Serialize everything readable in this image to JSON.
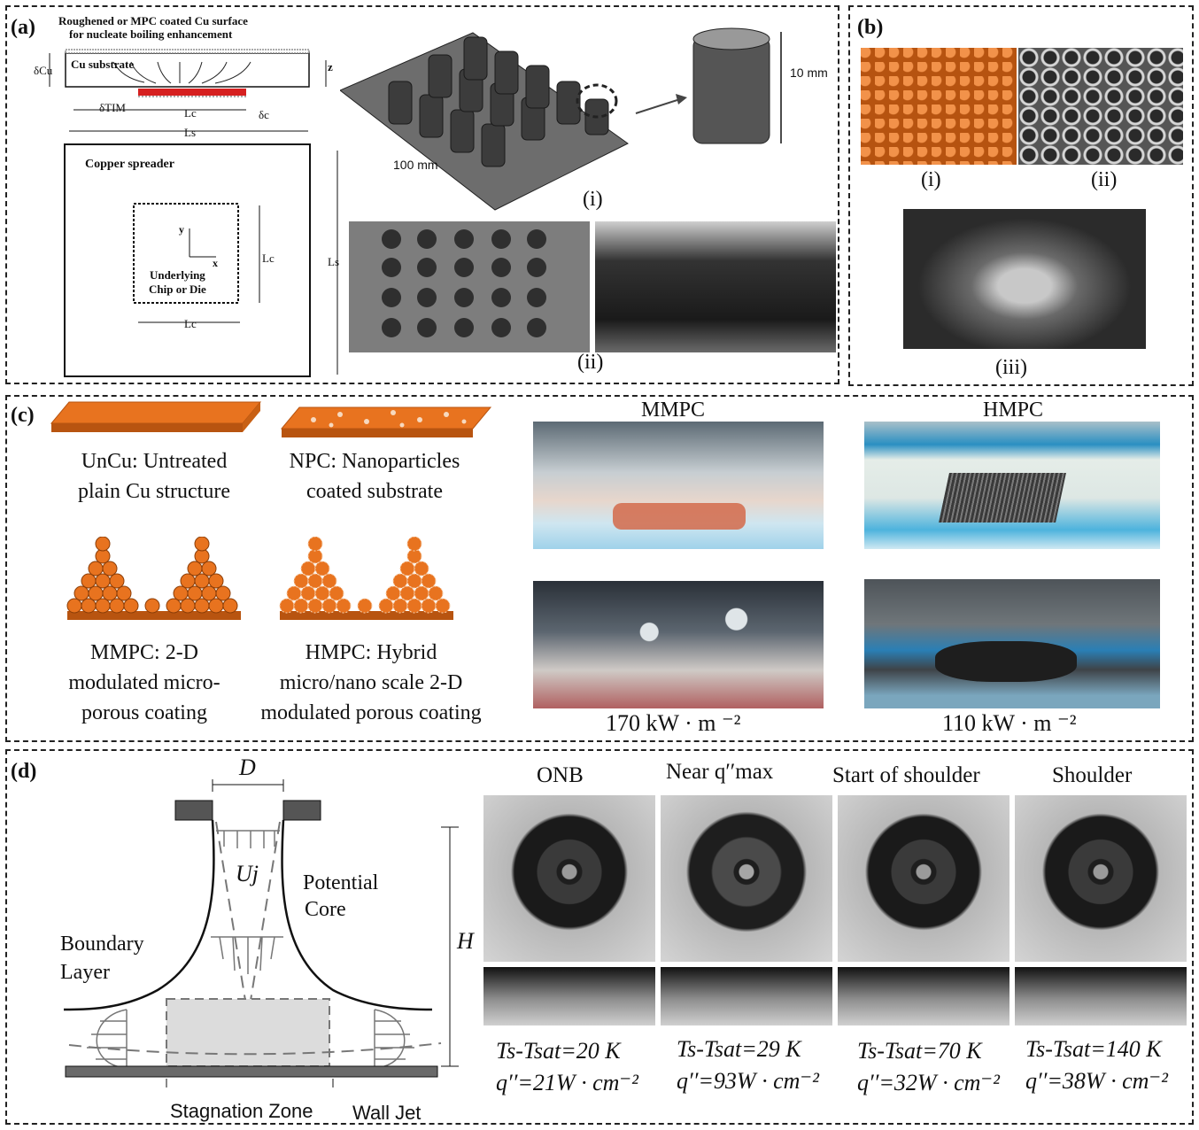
{
  "panel_a": {
    "label": "(a)",
    "surface_note_1": "Roughened or MPC coated Cu surface",
    "surface_note_2": "for nucleate boiling enhancement",
    "cu_substrate": "Cu substrate",
    "delta_cu": "δCu",
    "z_axis": "z",
    "delta_tim": "δTIM",
    "lc": "Lc",
    "delta_c": "δc",
    "ls": "Ls",
    "copper_spreader": "Copper spreader",
    "y_axis": "y",
    "x_axis": "x",
    "underlying_1": "Underlying",
    "underlying_2": "Chip or Die",
    "dim_10mm": "10 mm",
    "dim_100mm": "100 mm",
    "sub_i": "(i)",
    "sub_ii": "(ii)"
  },
  "panel_b": {
    "label": "(b)",
    "sub_i": "(i)",
    "sub_ii": "(ii)",
    "sub_iii": "(iii)"
  },
  "panel_c": {
    "label": "(c)",
    "uncu_1": "UnCu: Untreated",
    "uncu_2": "plain Cu structure",
    "npc_1": "NPC: Nanoparticles",
    "npc_2": "coated substrate",
    "mmpc_1": "MMPC: 2-D",
    "mmpc_2": "modulated  micro-",
    "mmpc_3": "porous coating",
    "hmpc_1": "HMPC: Hybrid",
    "hmpc_2": "micro/nano scale 2-D",
    "hmpc_3": "modulated porous coating",
    "col_mmpc": "MMPC",
    "col_hmpc": "HMPC",
    "flux_mmpc": "170 kW · m ⁻²",
    "flux_hmpc": "110 kW · m ⁻²"
  },
  "panel_d": {
    "label": "(d)",
    "D": "D",
    "Uj": "Uj",
    "potential_1": "Potential",
    "potential_2": "Core",
    "boundary_1": "Boundary",
    "boundary_2": "Layer",
    "H": "H",
    "stagnation": "Stagnation Zone",
    "walljet": "Wall Jet",
    "frames": [
      {
        "title": "ONB",
        "t": "Ts-Tsat=20 K",
        "q": "q′′=21W · cm⁻²"
      },
      {
        "title": "Near q′′max",
        "t": "Ts-Tsat=29 K",
        "q": "q′′=93W · cm⁻²"
      },
      {
        "title": "Start of shoulder",
        "t": "Ts-Tsat=70 K",
        "q": "q′′=32W · cm⁻²"
      },
      {
        "title": "Shoulder",
        "t": "Ts-Tsat=140 K",
        "q": "q′′=38W · cm⁻²"
      }
    ]
  },
  "colors": {
    "copper": "#e8731f",
    "copper_dark": "#b85410",
    "red_chip": "#d62020",
    "blue_fluid": "#3aa6d8"
  }
}
